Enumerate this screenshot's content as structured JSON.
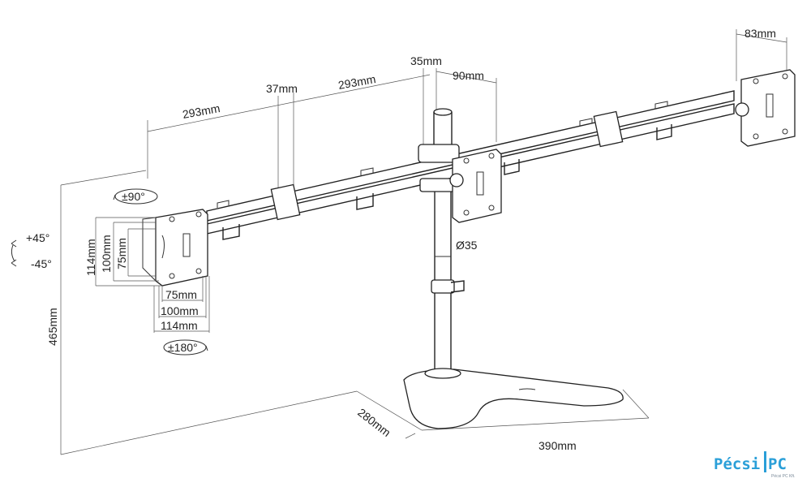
{
  "dimensions": {
    "arm_left_length": "293mm",
    "arm_right_length": "293mm",
    "arm_thickness": "37mm",
    "pole_width": "35mm",
    "center_plate_offset": "90mm",
    "right_plate_width": "83mm",
    "pole_diameter": "Ø35",
    "height": "465mm",
    "base_depth": "280mm",
    "base_width": "390mm",
    "vesa_v_114": "114mm",
    "vesa_v_100": "100mm",
    "vesa_v_75": "75mm",
    "vesa_h_75": "75mm",
    "vesa_h_100": "100mm",
    "vesa_h_114": "114mm"
  },
  "rotation": {
    "tilt_up": "+45°",
    "tilt_down": "-45°",
    "swivel": "±90°",
    "rotate": "±180°"
  },
  "logo": {
    "name_part1": "Pécsi",
    "name_part2": "PC",
    "tagline": "Pécsi PC Kft."
  },
  "colors": {
    "line": "#222222",
    "logo": "#2a9fd8"
  }
}
